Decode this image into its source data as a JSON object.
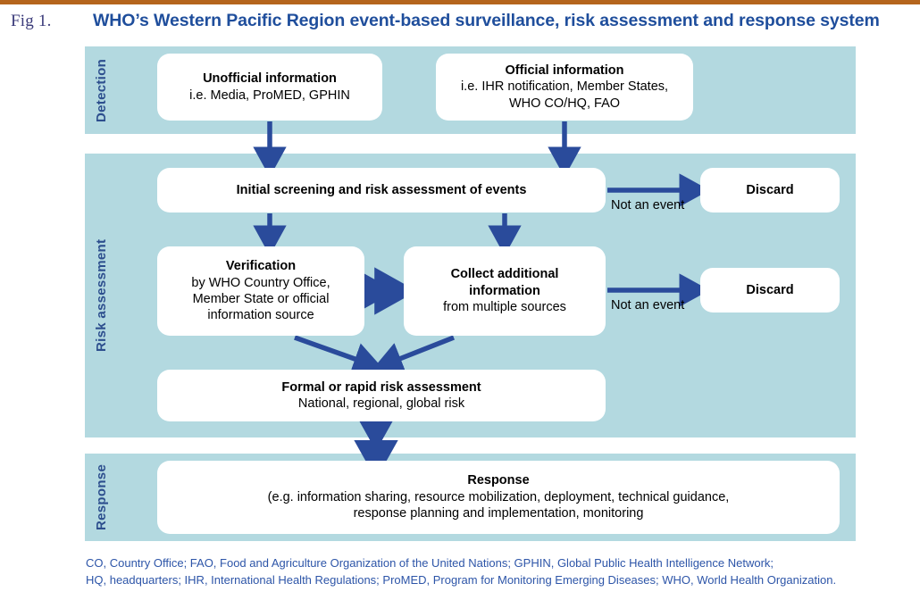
{
  "figure": {
    "label": "Fig 1.",
    "title": "WHO’s Western Pacific Region event-based surveillance, risk assessment and response system",
    "rule_color": "#b5651d",
    "title_color": "#1f4e9c",
    "panel_color": "#b3d9e0",
    "arrow_color": "#2a4b9b",
    "footnote_color": "#2d55a8"
  },
  "panels": [
    {
      "name": "detection",
      "label": "Detection"
    },
    {
      "name": "risk_assessment",
      "label": "Risk assessment"
    },
    {
      "name": "response",
      "label": "Response"
    }
  ],
  "nodes": {
    "unofficial": {
      "title": "Unofficial information",
      "sub": "i.e. Media, ProMED, GPHIN"
    },
    "official": {
      "title": "Official information",
      "sub_line1": "i.e. IHR notification, Member States,",
      "sub_line2": "WHO CO/HQ, FAO"
    },
    "initial": {
      "title": "Initial screening and risk assessment of events"
    },
    "discard1": {
      "title": "Discard"
    },
    "discard2": {
      "title": "Discard"
    },
    "verification": {
      "title": "Verification",
      "sub_line1": "by WHO Country Office,",
      "sub_line2": "Member State or official",
      "sub_line3": "information source"
    },
    "collect": {
      "title_line1": "Collect additional",
      "title_line2": "information",
      "sub": "from multiple sources"
    },
    "formal": {
      "title": "Formal or rapid risk assessment",
      "sub": "National, regional, global risk"
    },
    "response": {
      "title": "Response",
      "sub_line1": "(e.g. information sharing, resource mobilization, deployment, technical guidance,",
      "sub_line2": "response planning and implementation, monitoring"
    }
  },
  "edge_labels": {
    "not_an_event_1": "Not an event",
    "not_an_event_2": "Not an event"
  },
  "footnote": {
    "line1": "CO, Country Office; FAO, Food and Agriculture Organization of the United Nations; GPHIN, Global Public Health Intelligence Network;",
    "line2": "HQ, headquarters; IHR, International Health Regulations; ProMED, Program for Monitoring Emerging Diseases; WHO, World Health Organization."
  }
}
